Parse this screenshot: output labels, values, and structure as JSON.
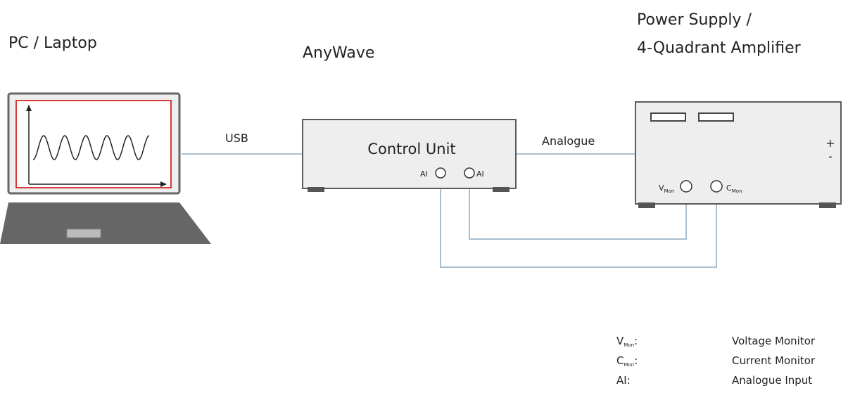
{
  "headings": {
    "pc": "PC / Laptop",
    "anywave": "AnyWave",
    "psu_line1": "Power Supply /",
    "psu_line2": "4-Quadrant Amplifier"
  },
  "connections": {
    "usb": "USB",
    "analogue": "Analogue"
  },
  "control_unit": {
    "label": "Control Unit",
    "port_label": "AI"
  },
  "power_supply": {
    "plus": "+",
    "minus": "-",
    "vmon_main": "V",
    "cmon_main": "C",
    "mon_sub": "Mon"
  },
  "legend": [
    {
      "main": "V",
      "sub": "Mon",
      "colon": ":",
      "desc": "Voltage Monitor"
    },
    {
      "main": "C",
      "sub": "Mon",
      "colon": ":",
      "desc": "Current Monitor"
    },
    {
      "main": "AI",
      "sub": "",
      "colon": ":",
      "desc": "Analogue Input"
    }
  ],
  "colors": {
    "wire": "#a9bfd2",
    "box_fill": "#eeeeee",
    "box_stroke": "#5b5b5b",
    "foot": "#555555",
    "screen_border": "#d63a3a",
    "laptop_body": "#666666"
  }
}
